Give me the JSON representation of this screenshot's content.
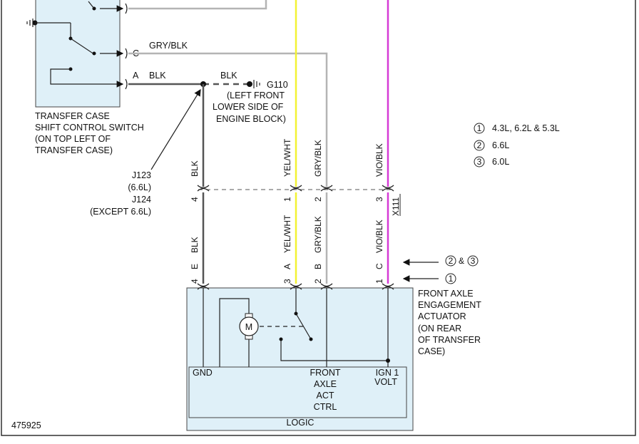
{
  "diagram_id": "475925",
  "colors": {
    "wire_grey": "#b4b4b4",
    "wire_black": "#555555",
    "wire_yellow": "#f2f233",
    "wire_violet": "#d63ad6",
    "box_fill": "#dff0f8",
    "line": "#222222"
  },
  "transfer_case_switch": {
    "line1": "TRANSFER CASE",
    "line2": "SHIFT CONTROL SWITCH",
    "line3": "(ON TOP LEFT OF",
    "line4": "TRANSFER CASE)",
    "pin_c": "C",
    "pin_a": "A",
    "wire_c": "GRY/BLK",
    "wire_a": "BLK"
  },
  "ground": {
    "wire": "BLK",
    "id": "G110",
    "line1": "(LEFT FRONT",
    "line2": "LOWER SIDE OF",
    "line3": "ENGINE BLOCK)"
  },
  "splice": {
    "line1": "J123",
    "line2": "(6.6L)",
    "line3": "J124",
    "line4": "(EXCEPT 6.6L)"
  },
  "connector_x111": {
    "id": "X111",
    "pins": [
      "4",
      "1",
      "2",
      "3"
    ],
    "wires_upper": [
      "BLK",
      "YEL/WHT",
      "GRY/BLK",
      "VIO/BLK"
    ],
    "wires_lower": [
      "BLK",
      "YEL/WHT",
      "GRY/BLK",
      "VIO/BLK"
    ]
  },
  "actuator_pins": {
    "letters": [
      "E",
      "A",
      "B",
      "C"
    ],
    "numbers_top": [
      "4",
      "3",
      "2",
      "1"
    ]
  },
  "actuator": {
    "line1": "FRONT AXLE",
    "line2": "ENGAGEMENT",
    "line3": "ACTUATOR",
    "line4": "(ON REAR",
    "line5": "OF TRANSFER",
    "line6": "CASE)",
    "motor": "M",
    "gnd": "GND",
    "ctrl1": "FRONT",
    "ctrl2": "AXLE",
    "ctrl3": "ACT",
    "ctrl4": "CTRL",
    "ign1": "IGN 1",
    "ign2": "VOLT",
    "logic": "LOGIC"
  },
  "pin_notes": {
    "c_refs": "2 & 3",
    "c_ref_a": "2",
    "c_amp": "&",
    "c_ref_b": "3",
    "one_ref": "1"
  },
  "legend": [
    {
      "num": "1",
      "text": "4.3L, 6.2L & 5.3L"
    },
    {
      "num": "2",
      "text": "6.6L"
    },
    {
      "num": "3",
      "text": "6.0L"
    }
  ]
}
